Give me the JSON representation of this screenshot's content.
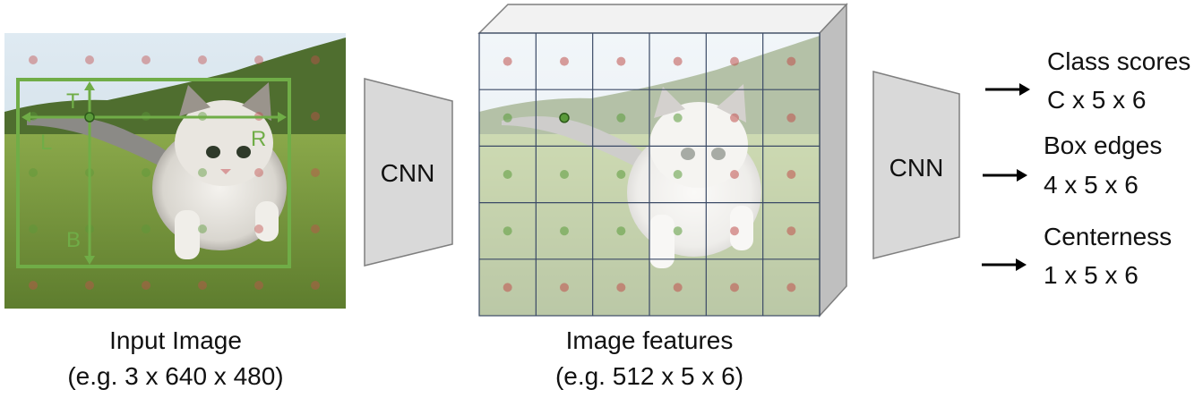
{
  "input": {
    "caption_line1": "Input Image",
    "caption_line2": "(e.g. 3 x 640 x 480)",
    "box_labels": {
      "top": "T",
      "left": "L",
      "right": "R",
      "bottom": "B"
    }
  },
  "features": {
    "caption_line1": "Image features",
    "caption_line2": "(e.g. 512 x 5 x 6)",
    "rows": 5,
    "cols": 6
  },
  "cnn1": {
    "label": "CNN"
  },
  "cnn2": {
    "label": "CNN"
  },
  "outputs": [
    {
      "name": "Class scores",
      "shape": "C x 5 x 6"
    },
    {
      "name": "Box edges",
      "shape": "4 x 5 x 6"
    },
    {
      "name": "Centerness",
      "shape": "1 x 5 x 6"
    }
  ],
  "colors": {
    "box_green": "#70ad47",
    "dot_red": "#c0504d",
    "dot_green": "#5a9a3a",
    "cnn_fill": "#d9d9d9",
    "grid_line": "#3b4a66",
    "sky": "#d8e6ee",
    "grass": "#6f8f3a"
  }
}
